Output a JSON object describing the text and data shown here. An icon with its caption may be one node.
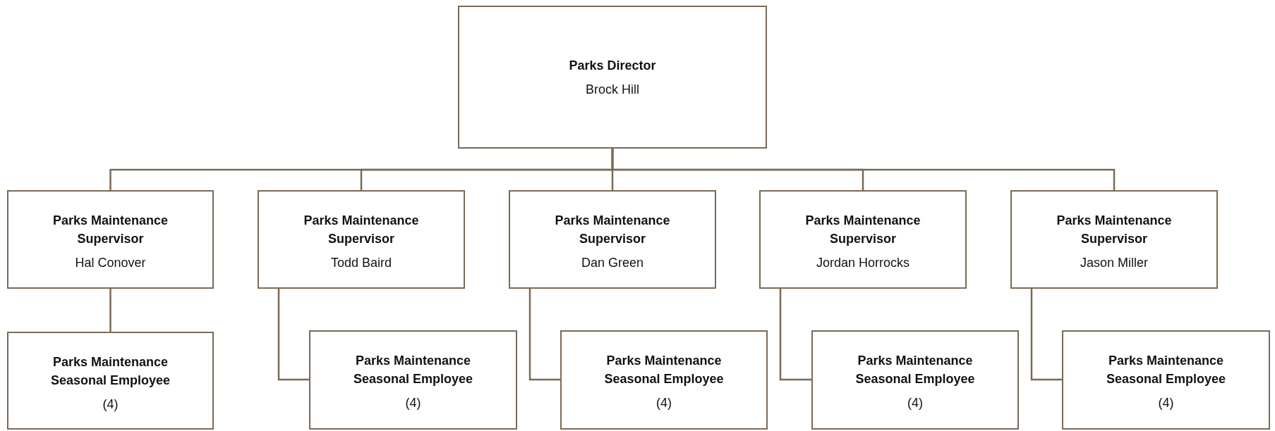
{
  "diagram": {
    "nodes": [
      {
        "text": [
          "Parks Director",
          "Brock Hill"
        ]
      },
      {
        "text": [
          "Parks Maintenance Supervisor",
          "Hal Conover"
        ]
      },
      {
        "text": [
          "Parks Maintenance Supervisor",
          "Todd Baird"
        ]
      },
      {
        "text": [
          "Parks Maintenance Supervisor",
          "Dan Green"
        ]
      },
      {
        "text": [
          "Parks Maintenance Supervisor",
          "Jordan Horrocks"
        ]
      },
      {
        "text": [
          "Parks Maintenance Supervisor",
          "Jason Miller"
        ]
      },
      {
        "text": [
          "Parks Maintenance Seasonal Employee",
          "(4)"
        ]
      },
      {
        "text": [
          "Parks Maintenance Seasonal Employee",
          "(4)"
        ]
      },
      {
        "text": [
          "Parks Maintenance Seasonal Employee",
          "(4)"
        ]
      },
      {
        "text": [
          "Parks Maintenance Seasonal Employee",
          "(4)"
        ]
      },
      {
        "text": [
          "Parks Maintenance Seasonal Employee",
          "(4)"
        ]
      }
    ],
    "edges": [
      {
        "from": 0,
        "to": 1,
        "arrow": "none"
      },
      {
        "from": 0,
        "to": 2,
        "arrow": "none"
      },
      {
        "from": 0,
        "to": 3,
        "arrow": "none"
      },
      {
        "from": 0,
        "to": 4,
        "arrow": "none"
      },
      {
        "from": 0,
        "to": 5,
        "arrow": "none"
      },
      {
        "from": 1,
        "to": 6,
        "arrow": "none"
      },
      {
        "from": 2,
        "to": 7,
        "arrow": "none"
      },
      {
        "from": 3,
        "to": 8,
        "arrow": "none"
      },
      {
        "from": 4,
        "to": 9,
        "arrow": "none"
      },
      {
        "from": 5,
        "to": 10,
        "arrow": "none"
      }
    ]
  }
}
